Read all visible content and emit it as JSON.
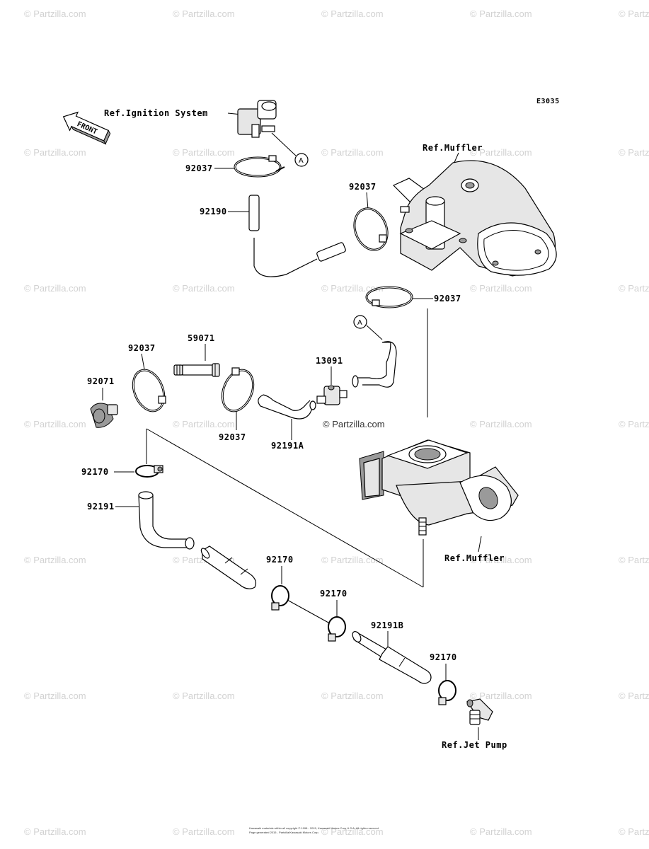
{
  "diagram": {
    "code": "E3035",
    "front_label": "FRONT",
    "watermark": "© Partzilla.com",
    "callout_letter": "A",
    "references": {
      "ignition": "Ref.Ignition System",
      "muffler_top": "Ref.Muffler",
      "muffler_bottom": "Ref.Muffler",
      "jet_pump": "Ref.Jet Pump"
    },
    "part_labels": {
      "p92037_a": "92037",
      "p92190": "92190",
      "p92037_b": "92037",
      "p92037_c": "92037",
      "p92037_d": "92037",
      "p59071": "59071",
      "p92071": "92071",
      "p92037_e": "92037",
      "p13091": "13091",
      "p92191A": "92191A",
      "p92170_a": "92170",
      "p92191": "92191",
      "p92170_b": "92170",
      "p92170_c": "92170",
      "p92191B": "92191B",
      "p92170_d": "92170"
    },
    "footer_line1": "Kawasaki materials within all copyright © 1998 - 2015, Kawasaki Motors Corp U.S.A. All rights reserved.",
    "footer_line2": "Page generated 2015 - Partzilla/Kawasaki Motors Corp."
  }
}
